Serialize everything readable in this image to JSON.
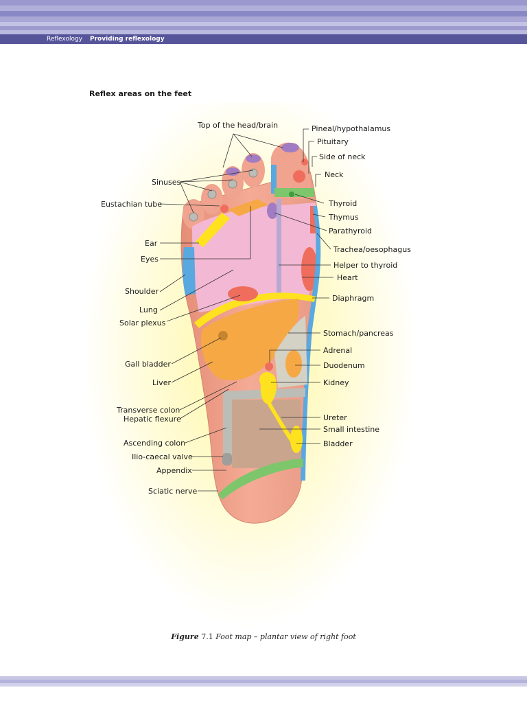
{
  "header": {
    "book_title": "Reflexology",
    "section_title": "Providing reflexology"
  },
  "figure": {
    "heading": "Reflex areas on the feet",
    "labels_left": {
      "top_of_head": "Top of the head/brain",
      "sinuses": "Sinuses",
      "eustachian_tube": "Eustachian tube",
      "ear": "Ear",
      "eyes": "Eyes",
      "shoulder": "Shoulder",
      "lung": "Lung",
      "solar_plexus": "Solar plexus",
      "gall_bladder": "Gall bladder",
      "liver": "Liver",
      "transverse_colon": "Transverse colon",
      "hepatic_flexure": "Hepatic flexure",
      "ascending_colon": "Ascending colon",
      "ilio_caecal_valve": "Ilio-caecal valve",
      "appendix": "Appendix",
      "sciatic_nerve": "Sciatic nerve"
    },
    "labels_right": {
      "pineal": "Pineal/hypothalamus",
      "pituitary": "Pituitary",
      "side_of_neck": "Side of neck",
      "neck": "Neck",
      "thyroid": "Thyroid",
      "thymus": "Thymus",
      "parathyroid": "Parathyroid",
      "trachea": "Trachea/oesophagus",
      "helper_to_thyroid": "Helper to thyroid",
      "heart": "Heart",
      "diaphragm": "Diaphragm",
      "stomach": "Stomach/pancreas",
      "adrenal": "Adrenal",
      "duodenum": "Duodenum",
      "kidney": "Kidney",
      "ureter": "Ureter",
      "small_intestine": "Small intestine",
      "bladder": "Bladder"
    }
  },
  "caption": {
    "label": "Figure",
    "number": "7.1",
    "text": "Foot map – plantar view of right foot"
  },
  "colors": {
    "header_bar": "#56559a",
    "skin": "#f0a38e",
    "pink_zone": "#f3b8d3",
    "yellow": "#ffe21f",
    "orange": "#f6a844",
    "blue": "#5aa8e0",
    "green": "#7dc66b",
    "purple": "#a27cc2",
    "red": "#ef6d5c",
    "tan": "#c9a58e",
    "grey": "#bdbdb7"
  }
}
